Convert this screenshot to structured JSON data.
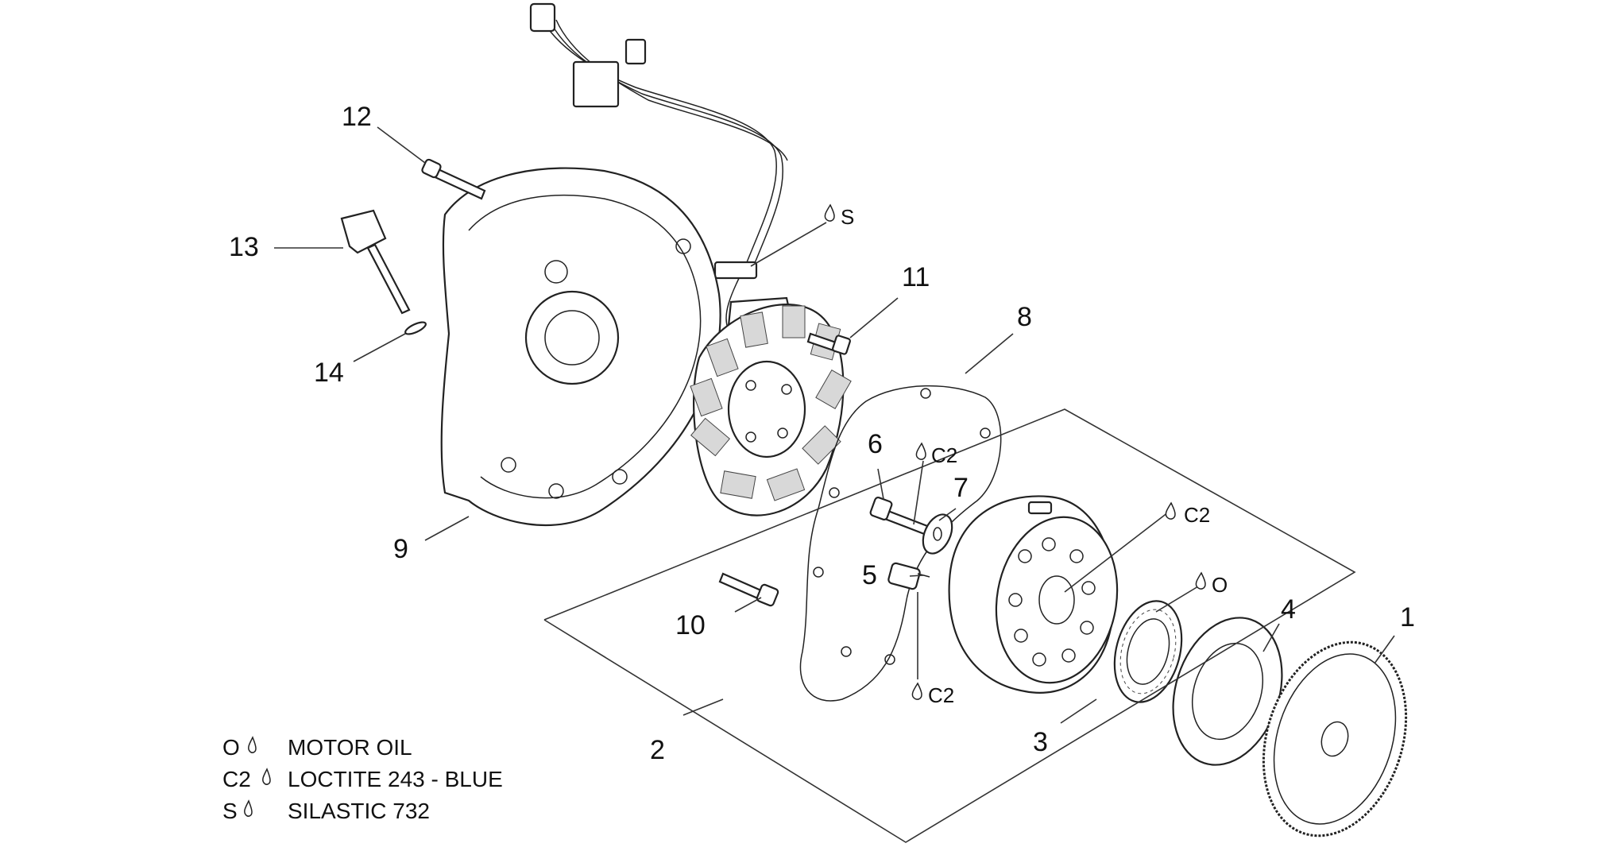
{
  "callouts": {
    "n1": "1",
    "n2": "2",
    "n3": "3",
    "n4": "4",
    "n5": "5",
    "n6": "6",
    "n7": "7",
    "n8": "8",
    "n9": "9",
    "n10": "10",
    "n11": "11",
    "n12": "12",
    "n13": "13",
    "n14": "14"
  },
  "lubricant_marks": {
    "s_top": "S",
    "c2_upper": "C2",
    "c2_right": "C2",
    "o_right": "O",
    "c2_lower": "C2"
  },
  "legend": [
    {
      "code": "O",
      "text": "MOTOR OIL"
    },
    {
      "code": "C2",
      "text": "LOCTITE 243 - BLUE"
    },
    {
      "code": "S",
      "text": "SILASTIC 732"
    }
  ]
}
